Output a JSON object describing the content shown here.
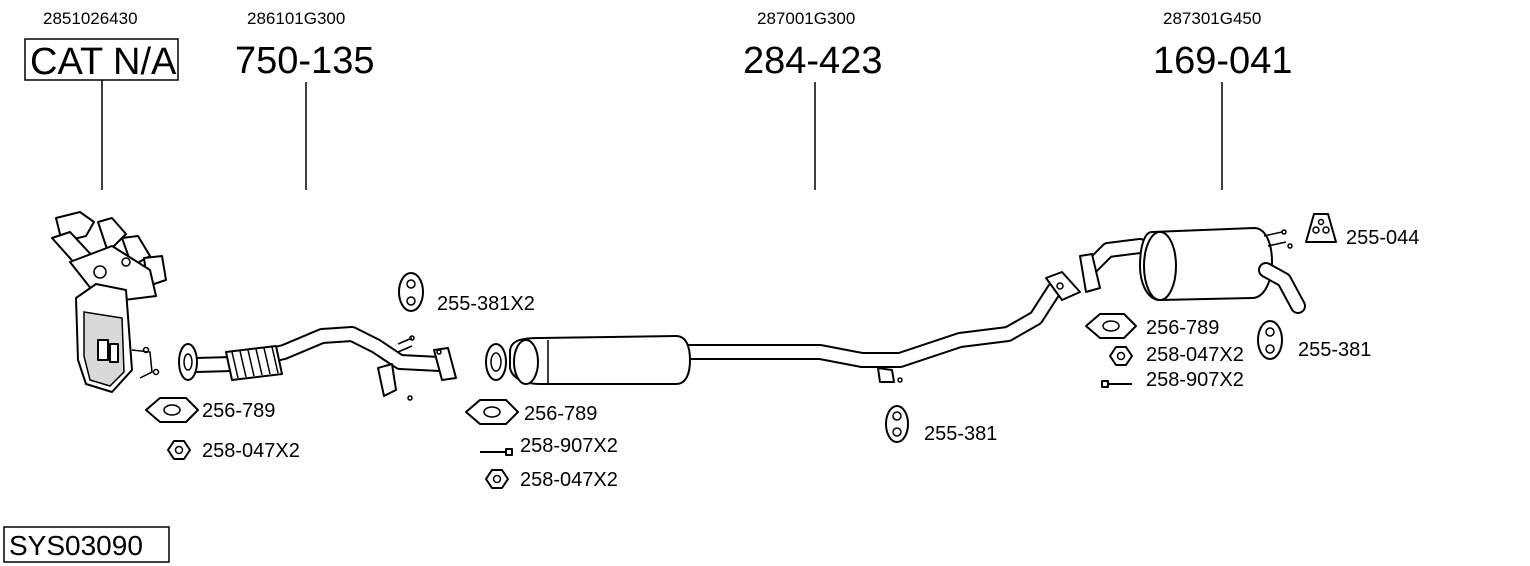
{
  "system_code": "SYS03090",
  "parts": [
    {
      "oem": "2851026430",
      "number": "CAT N/A"
    },
    {
      "oem": "286101G300",
      "number": "750-135"
    },
    {
      "oem": "287001G300",
      "number": "284-423"
    },
    {
      "oem": "287301G450",
      "number": "169-041"
    }
  ],
  "accessories": {
    "group1": [
      "256-789",
      "258-047X2"
    ],
    "group2_hanger": "255-381X2",
    "group2": [
      "256-789",
      "258-907X2",
      "258-047X2"
    ],
    "group3_hanger": "255-381",
    "group4_top": "255-044",
    "group4": [
      "256-789",
      "258-047X2",
      "258-907X2"
    ],
    "group4_side": "255-381"
  }
}
